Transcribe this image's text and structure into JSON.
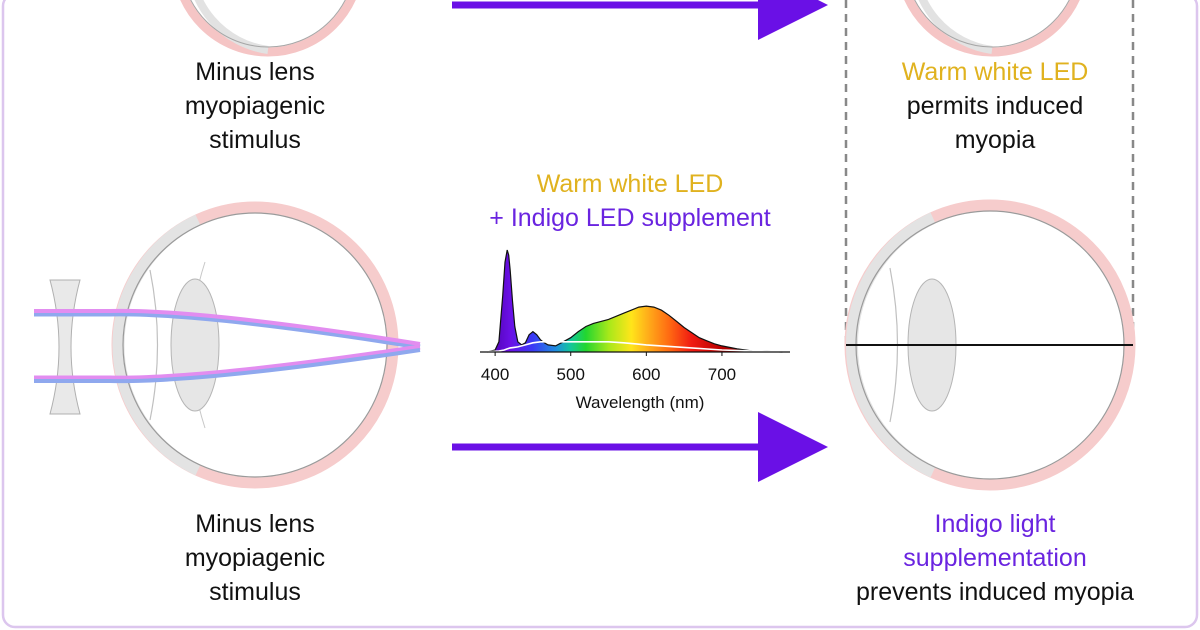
{
  "labels": {
    "top_left": {
      "line1": "Minus lens",
      "line2": "myopiagenic",
      "line3": "stimulus"
    },
    "bottom_left": {
      "line1": "Minus lens",
      "line2": "myopiagenic",
      "line3": "stimulus"
    },
    "top_right": {
      "line1": "Warm white LED",
      "line2": "permits induced",
      "line3": "myopia"
    },
    "bottom_right": {
      "line1": "Indigo light",
      "line2": "supplementation",
      "line3": "prevents induced myopia"
    },
    "middle": {
      "line1": "Warm white LED",
      "line2": "+ Indigo LED supplement"
    }
  },
  "chart_data": {
    "type": "area",
    "xlabel": "Wavelength (nm)",
    "xlim": [
      380,
      790
    ],
    "ticks": [
      400,
      500,
      600,
      700
    ],
    "series": [
      {
        "x": [
          390,
          400,
          405,
          410,
          413,
          416,
          418,
          420,
          423,
          426,
          430,
          435,
          440,
          445,
          450,
          455,
          460,
          465,
          470,
          480,
          490,
          500,
          510,
          520,
          530,
          540,
          550,
          560,
          570,
          580,
          590,
          600,
          610,
          620,
          630,
          640,
          650,
          660,
          670,
          680,
          690,
          700,
          720,
          740,
          760,
          780
        ],
        "y": [
          0,
          0.02,
          0.1,
          0.55,
          0.88,
          1.0,
          0.95,
          0.8,
          0.5,
          0.25,
          0.1,
          0.07,
          0.09,
          0.17,
          0.2,
          0.17,
          0.12,
          0.09,
          0.07,
          0.06,
          0.1,
          0.14,
          0.2,
          0.25,
          0.28,
          0.3,
          0.32,
          0.35,
          0.38,
          0.41,
          0.44,
          0.45,
          0.44,
          0.41,
          0.36,
          0.3,
          0.24,
          0.19,
          0.14,
          0.11,
          0.08,
          0.06,
          0.03,
          0.01,
          0.005,
          0
        ]
      },
      {
        "x": [
          385,
          395,
          405,
          412,
          416,
          420,
          425,
          430,
          440,
          450,
          460,
          470,
          490,
          510,
          530,
          550,
          570,
          600,
          640,
          700,
          760,
          790
        ],
        "y": [
          0,
          0.005,
          0.01,
          0.02,
          0.03,
          0.04,
          0.045,
          0.05,
          0.07,
          0.09,
          0.1,
          0.1,
          0.1,
          0.1,
          0.1,
          0.1,
          0.09,
          0.07,
          0.05,
          0.02,
          0.005,
          0
        ]
      }
    ]
  },
  "colors": {
    "arrow": "#6a10e6",
    "warm_text": "#e0b21f",
    "indigo_text": "#6a24e0",
    "eye_outer": "#f5c5c5",
    "eye_sclera": "#e7e7e7",
    "ray_top": "#e28df0",
    "ray_bottom": "#8fa8ee"
  },
  "icons": [
    "eye-diagram",
    "minus-lens",
    "light-ray",
    "arrow-right",
    "spectrum-chart",
    "dashed-bracket"
  ]
}
